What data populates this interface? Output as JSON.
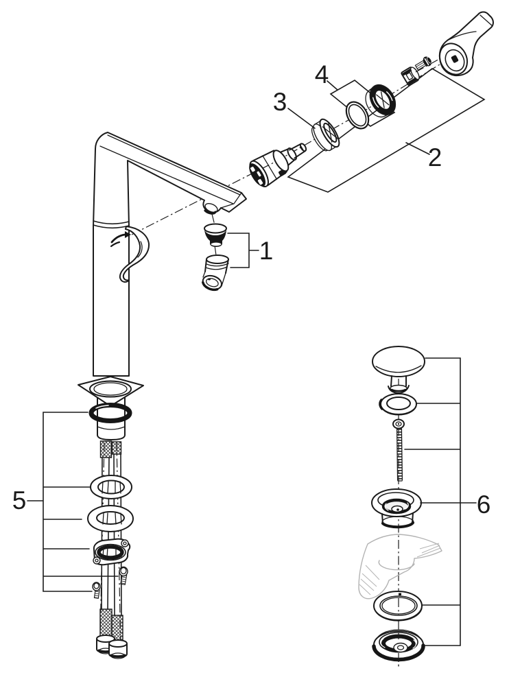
{
  "diagram": {
    "background_color": "#ffffff",
    "line_color": "#1a1a1a",
    "ghost_color": "#b3b3b3",
    "callouts": [
      {
        "number": "1",
        "part": "mousseur-aerator-set"
      },
      {
        "number": "2",
        "part": "cartridge-assembly"
      },
      {
        "number": "3",
        "part": "retaining-ring"
      },
      {
        "number": "4",
        "part": "cap-and-seal-kit"
      },
      {
        "number": "5",
        "part": "fixing-mounting-set"
      },
      {
        "number": "6",
        "part": "waste-drain-set"
      }
    ]
  }
}
